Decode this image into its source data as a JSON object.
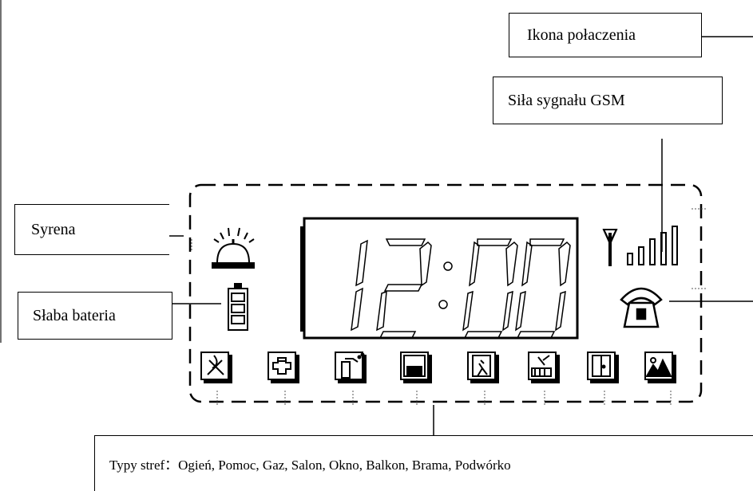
{
  "labels": {
    "connection_icon": "Ikona połaczenia",
    "gsm_signal": "Siła sygnału GSM",
    "siren": "Syrena",
    "low_battery": "Słaba bateria",
    "zone_types": "Typy stref：Ogień, Pomoc, Gaz, Salon, Okno, Balkon, Brama, Podwórko"
  },
  "display": {
    "time": "12:00"
  },
  "zones": [
    {
      "name": "fire-zone-icon"
    },
    {
      "name": "help-zone-icon"
    },
    {
      "name": "gas-zone-icon"
    },
    {
      "name": "living-room-zone-icon"
    },
    {
      "name": "window-zone-icon"
    },
    {
      "name": "balcony-zone-icon"
    },
    {
      "name": "gate-zone-icon"
    },
    {
      "name": "yard-zone-icon"
    }
  ],
  "icons": {
    "siren": "bell-icon",
    "battery": "battery-icon",
    "antenna": "antenna-icon",
    "signal": "signal-bars-icon",
    "phone": "telephone-icon"
  }
}
